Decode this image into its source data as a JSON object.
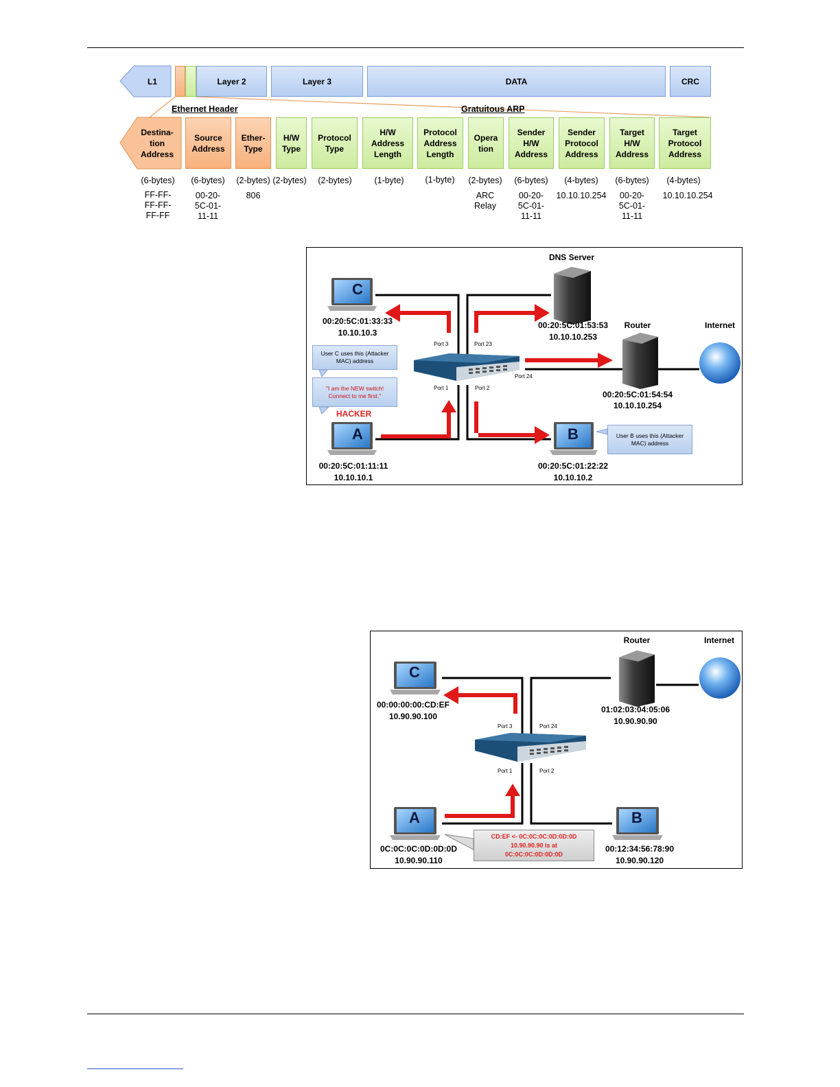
{
  "frame": {
    "top_row": [
      "L1",
      "Layer 2",
      "Layer 3",
      "DATA",
      "CRC"
    ],
    "ethernet_header_label": "Ethernet Header",
    "gratuitous_arp_label": "Gratuitous ARP",
    "fields": [
      {
        "name": "Destina-\ntion\nAddress",
        "size": "(6-bytes)",
        "value": "FF-FF-\nFF-FF-\nFF-FF"
      },
      {
        "name": "Source\nAddress",
        "size": "(6-bytes)",
        "value": "00-20-\n5C-01-\n11-11"
      },
      {
        "name": "Ether-\nType",
        "size": "(2-bytes)",
        "value": "806"
      },
      {
        "name": "H/W\nType",
        "size": "(2-bytes)",
        "value": ""
      },
      {
        "name": "Protocol\nType",
        "size": "(2-bytes)",
        "value": ""
      },
      {
        "name": "H/W\nAddress\nLength",
        "size": "(1-byte)",
        "value": ""
      },
      {
        "name": "Protocol\nAddress\nLength",
        "size": "(1-byte)",
        "value": ""
      },
      {
        "name": "Opera\ntion",
        "size": "(2-bytes)",
        "value": "ARC\nRelay"
      },
      {
        "name": "Sender\nH/W\nAddress",
        "size": "(6-bytes)",
        "value": "00-20-\n5C-01-\n11-11"
      },
      {
        "name": "Sender\nProtocol\nAddress",
        "size": "(4-bytes)",
        "value": "10.10.10.254"
      },
      {
        "name": "Target\nH/W\nAddress",
        "size": "(6-bytes)",
        "value": "00-20-\n5C-01-\n11-11"
      },
      {
        "name": "Target\nProtocol\nAddress",
        "size": "(4-bytes)",
        "value": "10.10.10.254"
      }
    ]
  },
  "diagram1": {
    "dns_server": {
      "title": "DNS Server",
      "mac": "00:20:5C:01:53:53",
      "ip": "10.10.10.253"
    },
    "router": {
      "title": "Router",
      "mac": "00:20:5C:01:54:54",
      "ip": "10.10.10.254"
    },
    "internet": "Internet",
    "host_c": {
      "letter": "C",
      "mac": "00:20:5C:01:33:33",
      "ip": "10.10.10.3"
    },
    "host_a": {
      "letter": "A",
      "mac": "00:20:5C:01:11:11",
      "ip": "10.10.10.1"
    },
    "host_b": {
      "letter": "B",
      "mac": "00:20:5C:01:22:22",
      "ip": "10.10.10.2"
    },
    "ports": {
      "p3": "Port 3",
      "p23": "Port 23",
      "p24": "Port 24",
      "p1": "Port 1",
      "p2": "Port 2"
    },
    "callout_c": "User C uses this (Attacker\nMAC) address",
    "callout_hacker": "\"I am the NEW switch!\nConnect to me first.\"",
    "hacker": "HACKER",
    "callout_b": "User B uses this (Attacker\nMAC) address"
  },
  "diagram2": {
    "router": {
      "title": "Router",
      "mac": "01:02:03:04:05:06",
      "ip": "10.90.90.90"
    },
    "internet": "Internet",
    "host_c": {
      "letter": "C",
      "mac": "00:00:00:00:CD:EF",
      "ip": "10.90.90.100"
    },
    "host_a": {
      "letter": "A",
      "mac": "0C:0C:0C:0D:0D:0D",
      "ip": "10.90.90.110"
    },
    "host_b": {
      "letter": "B",
      "mac": "00:12:34:56:78:90",
      "ip": "10.90.90.120"
    },
    "ports": {
      "p3": "Port 3",
      "p24": "Port 24",
      "p1": "Port 1",
      "p2": "Port 2"
    },
    "callout": "CD:EF <- 0C:0C:0C:0D:0D:0D\n10.90.90.90 is at\n0C:0C:0C:0D:0D:0D"
  },
  "colors": {
    "arrow": "#e01818",
    "screen": "#3a8fd8",
    "server": "#2b2b2b"
  }
}
